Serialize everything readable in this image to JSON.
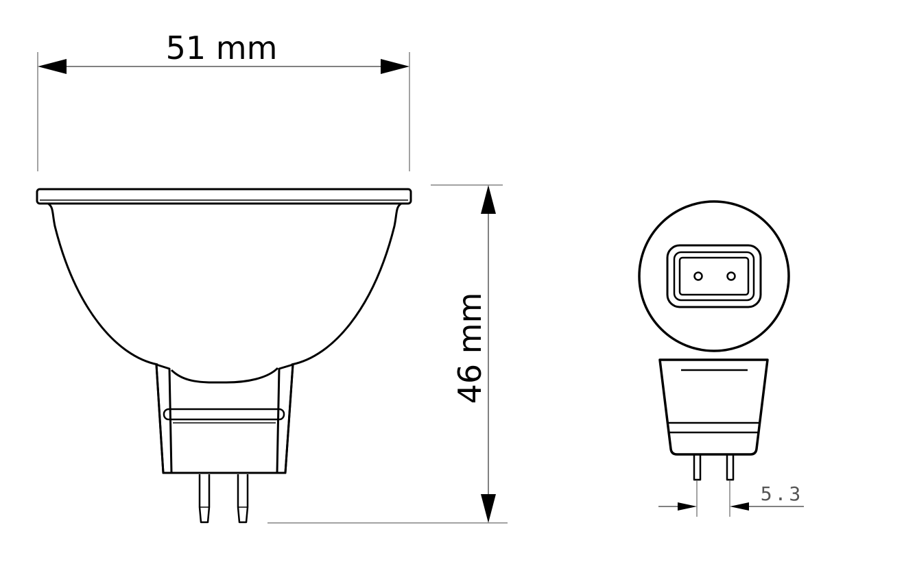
{
  "dimensions": {
    "width_label": "51 mm",
    "height_label": "46 mm",
    "pin_spacing_label": "5.3"
  },
  "colors": {
    "line": "#000000",
    "dim_line": "#444444",
    "background": "#ffffff"
  }
}
